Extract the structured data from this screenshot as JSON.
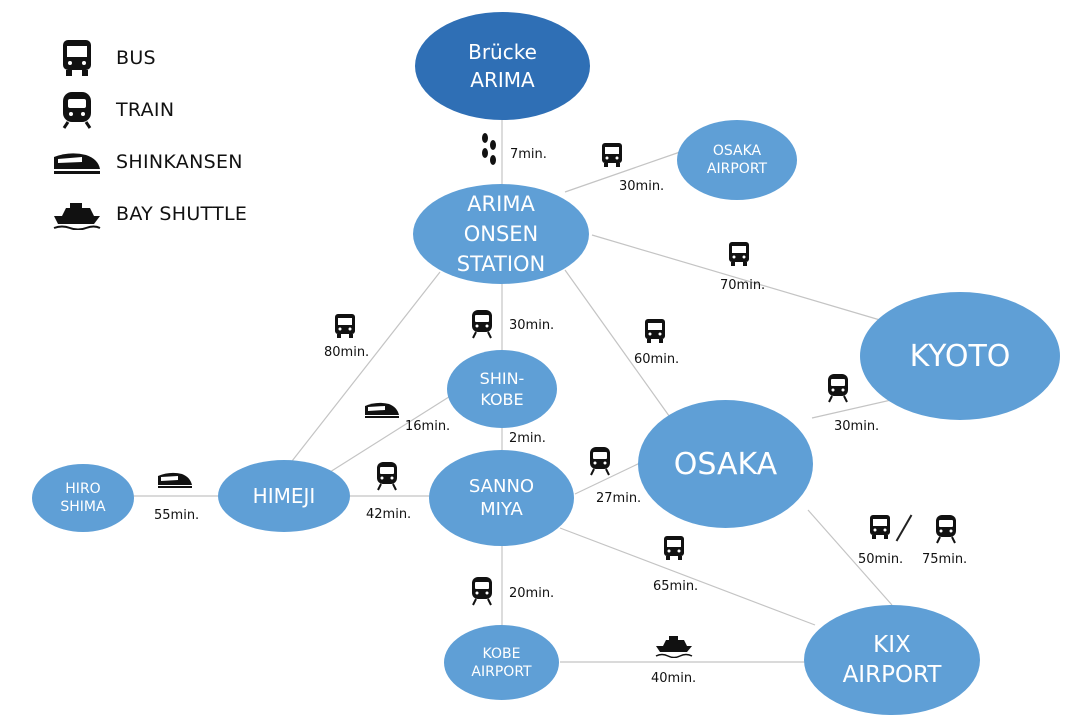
{
  "legend": [
    {
      "icon": "bus-icon",
      "label": "BUS"
    },
    {
      "icon": "train-icon",
      "label": "TRAIN"
    },
    {
      "icon": "shinkansen-icon",
      "label": "SHINKANSEN"
    },
    {
      "icon": "ship-icon",
      "label": "BAY SHUTTLE"
    }
  ],
  "nodes": {
    "brucke": "Brücke\nARIMA",
    "arima": "ARIMA\nONSEN\nSTATION",
    "osaka_airport": "OSAKA\nAIRPORT",
    "kyoto": "KYOTO",
    "shinkobe": "SHIN-\nKOBE",
    "osaka": "OSAKA",
    "hiroshima": "HIRO\nSHIMA",
    "himeji": "HIMEJI",
    "sannomiya": "SANNO\nMIYA",
    "kobe_airport": "KOBE\nAIRPORT",
    "kix": "KIX\nAIRPORT"
  },
  "times": {
    "brucke_arima": "7min.",
    "arima_osaka_airport": "30min.",
    "arima_kyoto": "70min.",
    "arima_shinkobe": "30min.",
    "arima_osaka": "60min.",
    "arima_himeji": "80min.",
    "himeji_shinkobe": "16min.",
    "shinkobe_sannomiya": "2min.",
    "osaka_kyoto": "30min.",
    "hiroshima_himeji": "55min.",
    "himeji_sannomiya": "42min.",
    "sannomiya_osaka": "27min.",
    "osaka_kix_bus": "50min.",
    "osaka_kix_train": "75min.",
    "sannomiya_kix": "65min.",
    "sannomiya_kobe_airport": "20min.",
    "kobe_airport_kix": "40min."
  },
  "colors": {
    "node_light": "#5f9fd6",
    "node_dark": "#2f6fb5",
    "edge": "#c4c4c4"
  }
}
